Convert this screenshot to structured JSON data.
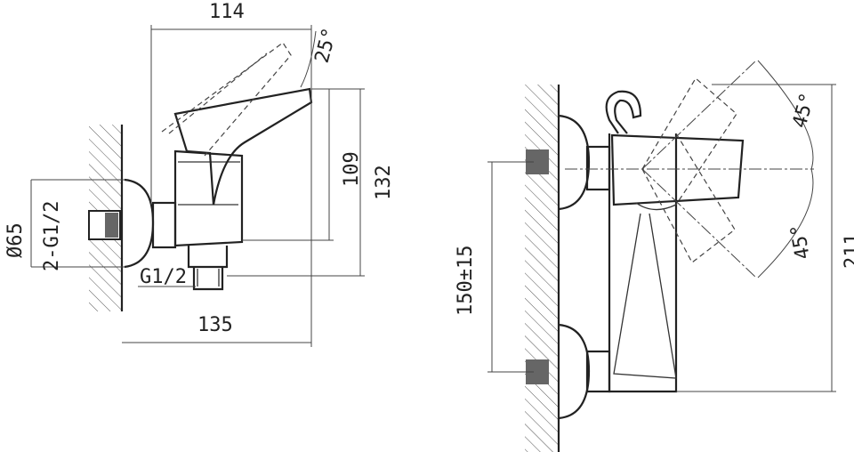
{
  "left_view": {
    "width_top": "114",
    "lever_angle": "25°",
    "height_inner": "109",
    "height_outer": "132",
    "rosette_diameter": "Ø65",
    "inlet_thread": "2-G1/2",
    "outlet_thread": "G1/2",
    "depth": "135"
  },
  "right_view": {
    "angle_up": "45°",
    "angle_down": "45°",
    "center_distance": "150±15",
    "total_height": "211"
  }
}
